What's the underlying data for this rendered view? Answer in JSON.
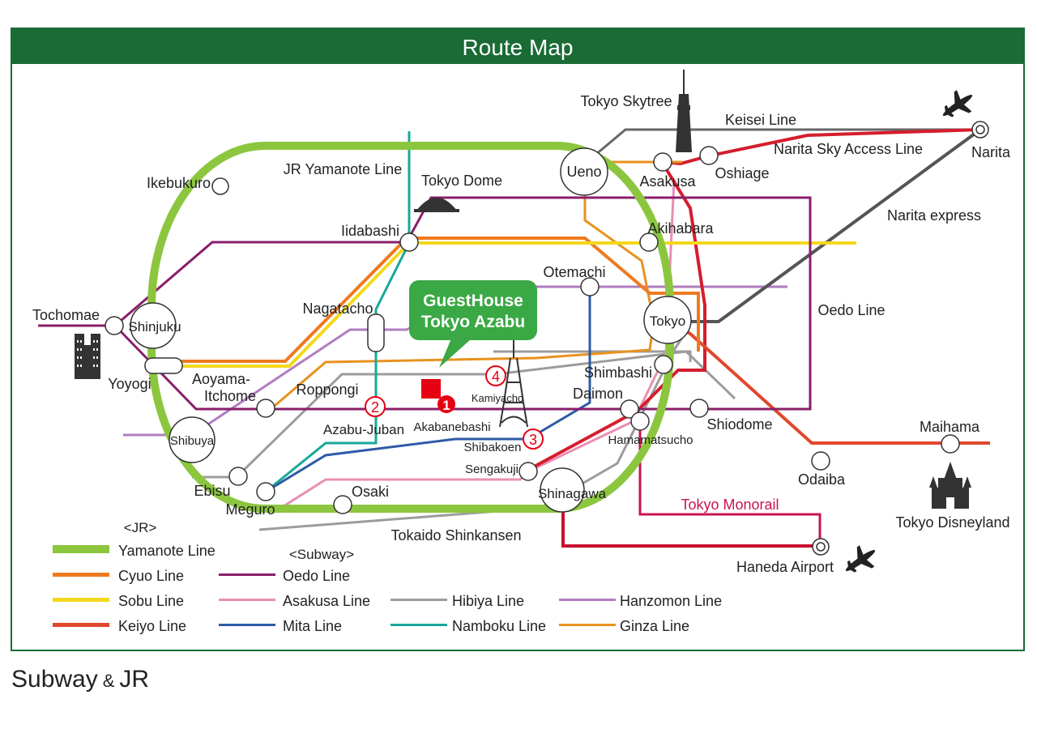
{
  "title": "Route Map",
  "caption": {
    "left": "Subway",
    "amp": "&",
    "right": "JR"
  },
  "colors": {
    "header": "#1a6b34",
    "yamanote": "#8cc63f",
    "chuo": "#ee7a1f",
    "sobu": "#f4d81c",
    "keiyo": "#e0482c",
    "oedo": "#8a1e6a",
    "asakusa": "#e88fb4",
    "mita": "#2e5ba6",
    "hibiya": "#9c9c9c",
    "namboku": "#18a89a",
    "hanzomon": "#b07cc0",
    "ginza": "#e8921e",
    "keisei": "#666666",
    "narita_sky": "#d51d2e",
    "narita_express": "#555555",
    "monorail": "#c8164e",
    "tokaido": "#9c9c9c",
    "hotel": "#3aa844",
    "marker": "#e60012"
  },
  "hotel": {
    "line1": "GuestHouse",
    "line2": "Tokyo Azabu"
  },
  "stations": {
    "ikebukuro": "Ikebukuro",
    "iidabashi": "Iidabashi",
    "ueno": "Ueno",
    "asakusa": "Asakusa",
    "oshiage": "Oshiage",
    "narita": "Narita",
    "akihabara": "Akihabara",
    "otemachi": "Otemachi",
    "tochomae": "Tochomae",
    "shinjuku": "Shinjuku",
    "nagatacho": "Nagatacho",
    "tokyo": "Tokyo",
    "yoyogi": "Yoyogi",
    "aoyama_itchome": "Aoyama-\nItchome",
    "roppongi": "Roppongi",
    "shimbashi": "Shimbashi",
    "daimon": "Daimon",
    "kamiyacho": "Kamiyacho",
    "akabanebashi": "Akabanebashi",
    "shibuya": "Shibuya",
    "azabu_juban": "Azabu-Juban",
    "shibakoen": "Shibakoen",
    "hamamatsucho": "Hamamatsucho",
    "shiodome": "Shiodome",
    "maihama": "Maihama",
    "sengakuji": "Sengakuji",
    "ebisu": "Ebisu",
    "meguro": "Meguro",
    "osaki": "Osaki",
    "shinagawa": "Shinagawa",
    "odaiba": "Odaiba",
    "haneda": "Haneda Airport"
  },
  "landmarks": {
    "skytree": "Tokyo Skytree",
    "tokyo_dome": "Tokyo Dome",
    "disneyland": "Tokyo Disneyland"
  },
  "line_labels": {
    "yamanote": "JR Yamanote Line",
    "keisei": "Keisei Line",
    "narita_sky": "Narita Sky Access Line",
    "narita_express": "Narita express",
    "oedo": "Oedo Line",
    "monorail": "Tokyo Monorail",
    "tokaido": "Tokaido Shinkansen"
  },
  "markers": [
    "1",
    "2",
    "3",
    "4"
  ],
  "legend": {
    "jr_header": "<JR>",
    "subway_header": "<Subway>",
    "jr": [
      {
        "label": "Yamanote Line",
        "color": "#8cc63f"
      },
      {
        "label": "Cyuo Line",
        "color": "#ee7a1f"
      },
      {
        "label": "Sobu Line",
        "color": "#f4d81c"
      },
      {
        "label": "Keiyo Line",
        "color": "#e0482c"
      }
    ],
    "subway_col1": [
      {
        "label": "Oedo Line",
        "color": "#8a1e6a"
      },
      {
        "label": "Asakusa Line",
        "color": "#e88fb4"
      },
      {
        "label": "Mita Line",
        "color": "#2e5ba6"
      }
    ],
    "subway_col2": [
      {
        "label": "Hibiya Line",
        "color": "#9c9c9c"
      },
      {
        "label": "Namboku Line",
        "color": "#18a89a"
      }
    ],
    "subway_col3": [
      {
        "label": "Hanzomon Line",
        "color": "#b07cc0"
      },
      {
        "label": "Ginza Line",
        "color": "#e8921e"
      }
    ]
  }
}
